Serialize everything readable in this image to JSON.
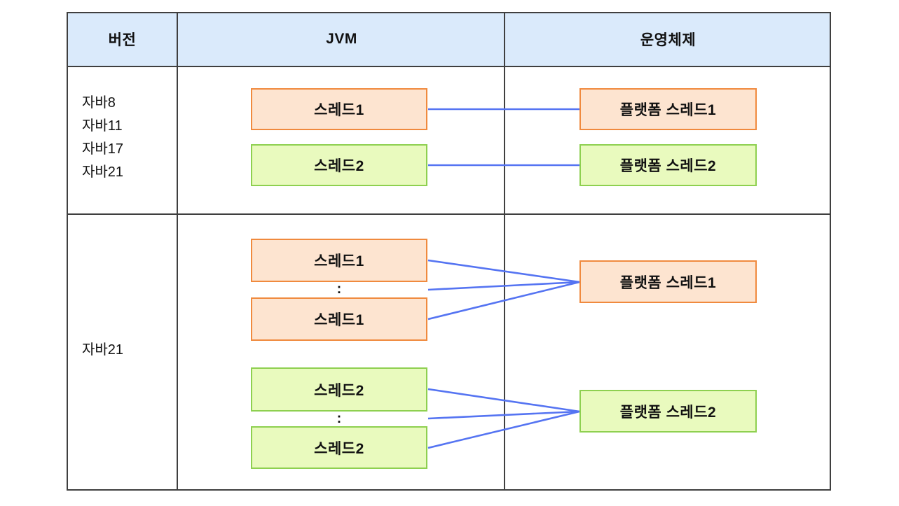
{
  "colors": {
    "header_bg": "#daeafb",
    "table_border": "#3f3f3f",
    "orange_fill": "#fde4d0",
    "orange_border": "#f08a3e",
    "green_fill": "#e9fabe",
    "green_border": "#8ed050",
    "connector_blue": "#5574f2"
  },
  "table": {
    "headers": [
      "버전",
      "JVM",
      "운영체제"
    ]
  },
  "row_platform_model": {
    "versions": [
      "자바8",
      "자바11",
      "자바17",
      "자바21"
    ],
    "jvm_threads": [
      "스레드1",
      "스레드2"
    ],
    "os_threads": [
      "플랫폼 스레드1",
      "플랫폼 스레드2"
    ]
  },
  "row_virtual_model": {
    "version": "자바21",
    "thread1_boxes": [
      "스레드1",
      "스레드1"
    ],
    "thread2_boxes": [
      "스레드2",
      "스레드2"
    ],
    "ellipsis": ":",
    "os_thread1": "플랫폼 스레드1",
    "os_thread2": "플랫폼 스레드2"
  }
}
